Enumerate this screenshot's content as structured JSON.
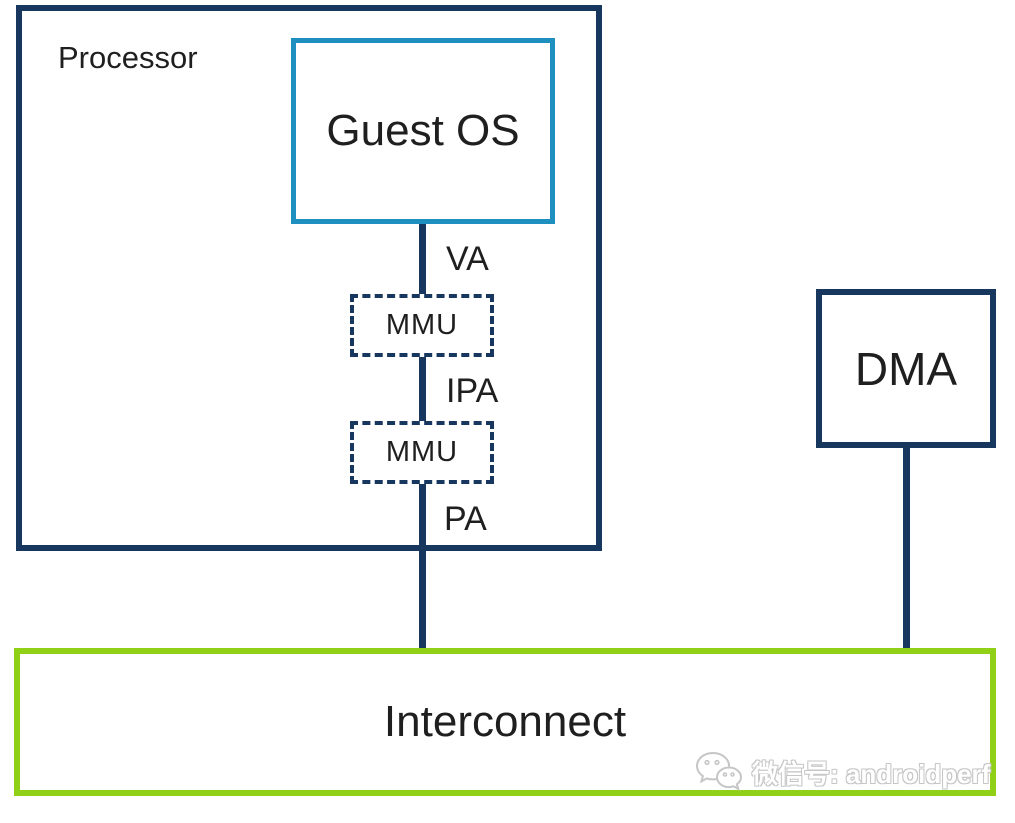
{
  "diagram": {
    "title_hint": "Processor virtualization address translation diagram",
    "processor": {
      "label": "Processor"
    },
    "guest_os": {
      "label": "Guest OS"
    },
    "mmu_stage1": {
      "label": "MMU"
    },
    "mmu_stage2": {
      "label": "MMU"
    },
    "dma": {
      "label": "DMA"
    },
    "interconnect": {
      "label": "Interconnect"
    },
    "edge_labels": {
      "va": "VA",
      "ipa": "IPA",
      "pa": "PA"
    }
  },
  "watermark": {
    "icon": "wechat-icon",
    "text": "微信号: androidperf"
  },
  "colors": {
    "navy": "#17375e",
    "blue": "#1e8fbe",
    "green": "#90d118",
    "watermark": "#c6c6c6"
  }
}
